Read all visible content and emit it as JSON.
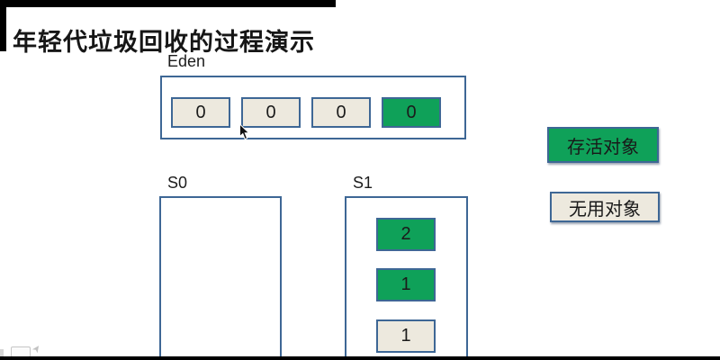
{
  "title": "年轻代垃圾回收的过程演示",
  "regions": {
    "eden": {
      "label": "Eden",
      "cells": [
        {
          "value": "0",
          "status": "dead"
        },
        {
          "value": "0",
          "status": "dead"
        },
        {
          "value": "0",
          "status": "dead"
        },
        {
          "value": "0",
          "status": "live"
        }
      ]
    },
    "s0": {
      "label": "S0",
      "cells": []
    },
    "s1": {
      "label": "S1",
      "cells": [
        {
          "value": "2",
          "status": "live"
        },
        {
          "value": "1",
          "status": "live"
        },
        {
          "value": "1",
          "status": "dead"
        }
      ]
    }
  },
  "legend": {
    "live": {
      "label": "存活对象",
      "color": "#0fa159"
    },
    "dead": {
      "label": "无用对象",
      "color": "#ede9de"
    }
  },
  "colors": {
    "box_border": "#3e6795",
    "live_fill": "#0fa159",
    "dead_fill": "#ede9de",
    "letterbox": "#000000",
    "background": "#ffffff"
  },
  "icons": {
    "cursor": "mouse-arrow-cursor",
    "presenter_slide": "slide-thumbnail-icon",
    "presenter_pen": "pen-pointer-icon"
  }
}
